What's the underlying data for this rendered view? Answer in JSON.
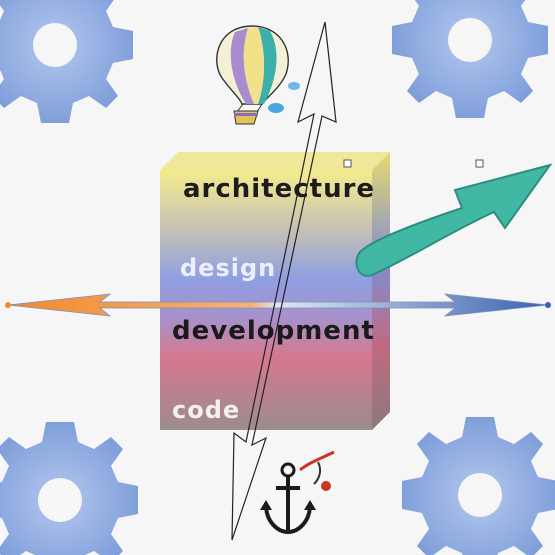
{
  "layers": [
    {
      "label": "architecture"
    },
    {
      "label": "design"
    },
    {
      "label": "development"
    },
    {
      "label": "code"
    }
  ],
  "colors": {
    "background": "#f6f6f6",
    "gear": "#6f93d6",
    "block_top": "#f2e98a",
    "block_mid": "#8f9fe0",
    "block_low": "#d6788e",
    "block_bottom": "#9e8a8a",
    "arrow_teal": "#40b8a4",
    "arrow_orange": "#f08a2a",
    "arrow_blue": "#3a62b0"
  },
  "icons": [
    "gear-icon",
    "hot-air-balloon-icon",
    "anchor-icon",
    "teal-arrow-icon",
    "double-arrow-icon"
  ]
}
